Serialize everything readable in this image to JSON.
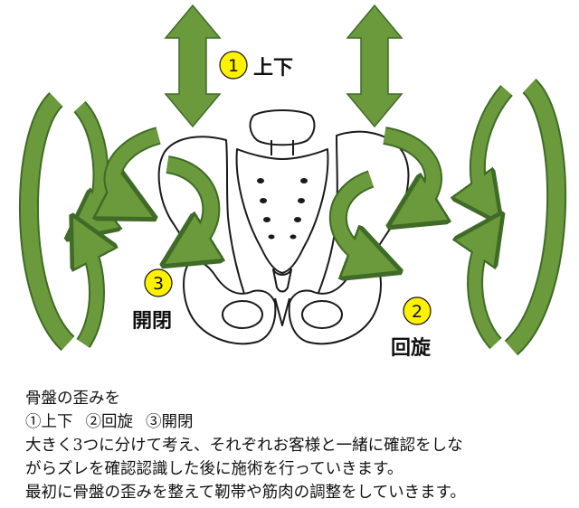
{
  "diagram": {
    "labels": {
      "up_down": {
        "number": "1",
        "text": "上下"
      },
      "open_close": {
        "number": "3",
        "text": "開閉"
      },
      "rotation": {
        "number": "2",
        "text": "回旋"
      }
    },
    "colors": {
      "arrow_fill": "#6a9a3c",
      "arrow_stroke": "#3f6b26",
      "badge_fill": "#fff200",
      "bone_fill": "#ffffff",
      "bone_stroke": "#1a1a1a"
    }
  },
  "caption": {
    "line1": "骨盤の歪みを",
    "line2_a": "①上下",
    "line2_b": "②回旋",
    "line2_c": "③開閉",
    "line3": "大きく3つに分けて考え、それぞれお客様と一緒に確認をしな",
    "line4": "がらズレを確認認識した後に施術を行っていきます。",
    "line5": "最初に骨盤の歪みを整えて靭帯や筋肉の調整をしていきます。"
  }
}
